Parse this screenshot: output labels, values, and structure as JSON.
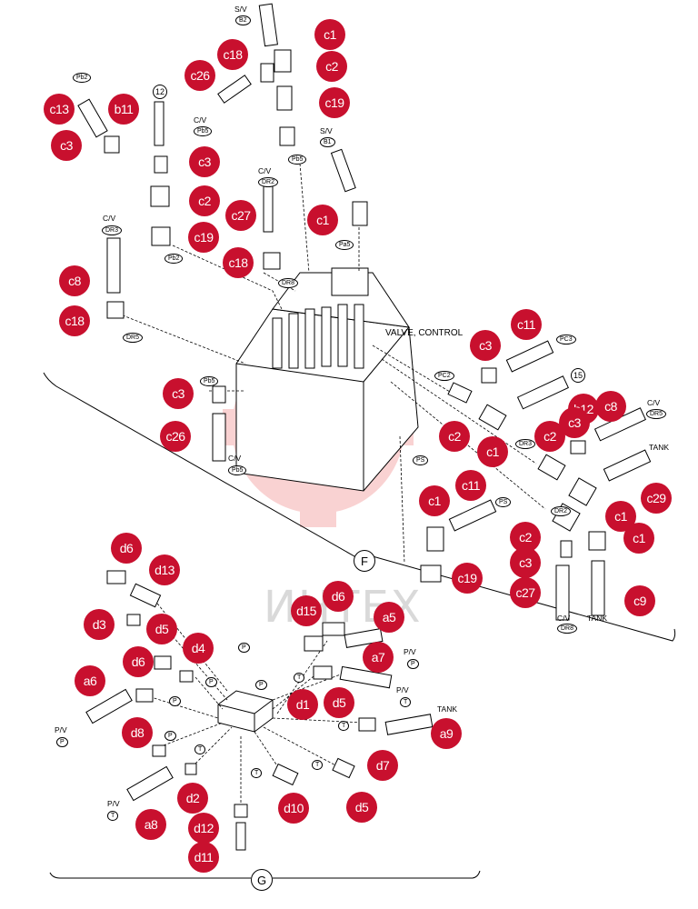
{
  "watermark": {
    "text": "ИНТЕХ",
    "color": "#f08080"
  },
  "colors": {
    "badge": "#c8102e",
    "badge_text": "#ffffff",
    "line": "#000000"
  },
  "sections": {
    "f": "F",
    "g": "G"
  },
  "circled_numbers": {
    "n12": "12",
    "n15": "15"
  },
  "labels": {
    "valve_control": "VALVE, CONTROL",
    "sv_top": "S/V",
    "sv_top2": "S/V",
    "cv_pb5": "C/V",
    "cv_dr3": "C/V",
    "cv_dr2": "C/V",
    "cv_pb5b": "C/V",
    "cv_dr5": "C/V",
    "cv_dr8": "C/V",
    "tank1": "TANK",
    "tank2": "TANK",
    "tank3": "TANK",
    "pv1": "P/V",
    "pv2": "P/V",
    "pv3": "P/V",
    "pv4": "P/V"
  },
  "ports": {
    "b2": "B2",
    "b1": "B1",
    "pb2a": "Pb2",
    "pb5a": "Pb5",
    "pb5b": "Pb5",
    "dr2": "DR2",
    "pb2b": "Pb2",
    "pa5": "Pa5",
    "dr8a": "DR8",
    "dr3": "DR3",
    "dr5a": "DR5",
    "pc3": "PC3",
    "pc2": "PC2",
    "pb5c": "Pb5",
    "dr3b": "DR3",
    "dr5b": "DR5",
    "pb5d": "Pb5",
    "ps1": "PS",
    "ps2": "PS",
    "dr2b": "DR2",
    "dr8b": "DR8",
    "p1": "P",
    "p2": "P",
    "p3": "P",
    "p4": "P",
    "p5": "P",
    "p6": "P",
    "p7": "P",
    "t1": "T",
    "t2": "T",
    "t3": "T",
    "t4": "T",
    "t5": "T",
    "t6": "T"
  },
  "callouts": [
    "c1",
    "c18",
    "c26",
    "c2",
    "c13",
    "b11",
    "c19",
    "c3",
    "c3",
    "c2",
    "c27",
    "c1",
    "c19",
    "c18",
    "c8",
    "c18",
    "c3",
    "c11",
    "c3",
    "c26",
    "c2",
    "b12",
    "c3",
    "c8",
    "c2",
    "c1",
    "c29",
    "c11",
    "c1",
    "c1",
    "c1",
    "c2",
    "c3",
    "c19",
    "c27",
    "c9",
    "d6",
    "d13",
    "d6",
    "d3",
    "d5",
    "a5",
    "d15",
    "d4",
    "a7",
    "d6",
    "a6",
    "d1",
    "d5",
    "d8",
    "a9",
    "d7",
    "d2",
    "d10",
    "d5",
    "a8",
    "d12",
    "d11"
  ]
}
